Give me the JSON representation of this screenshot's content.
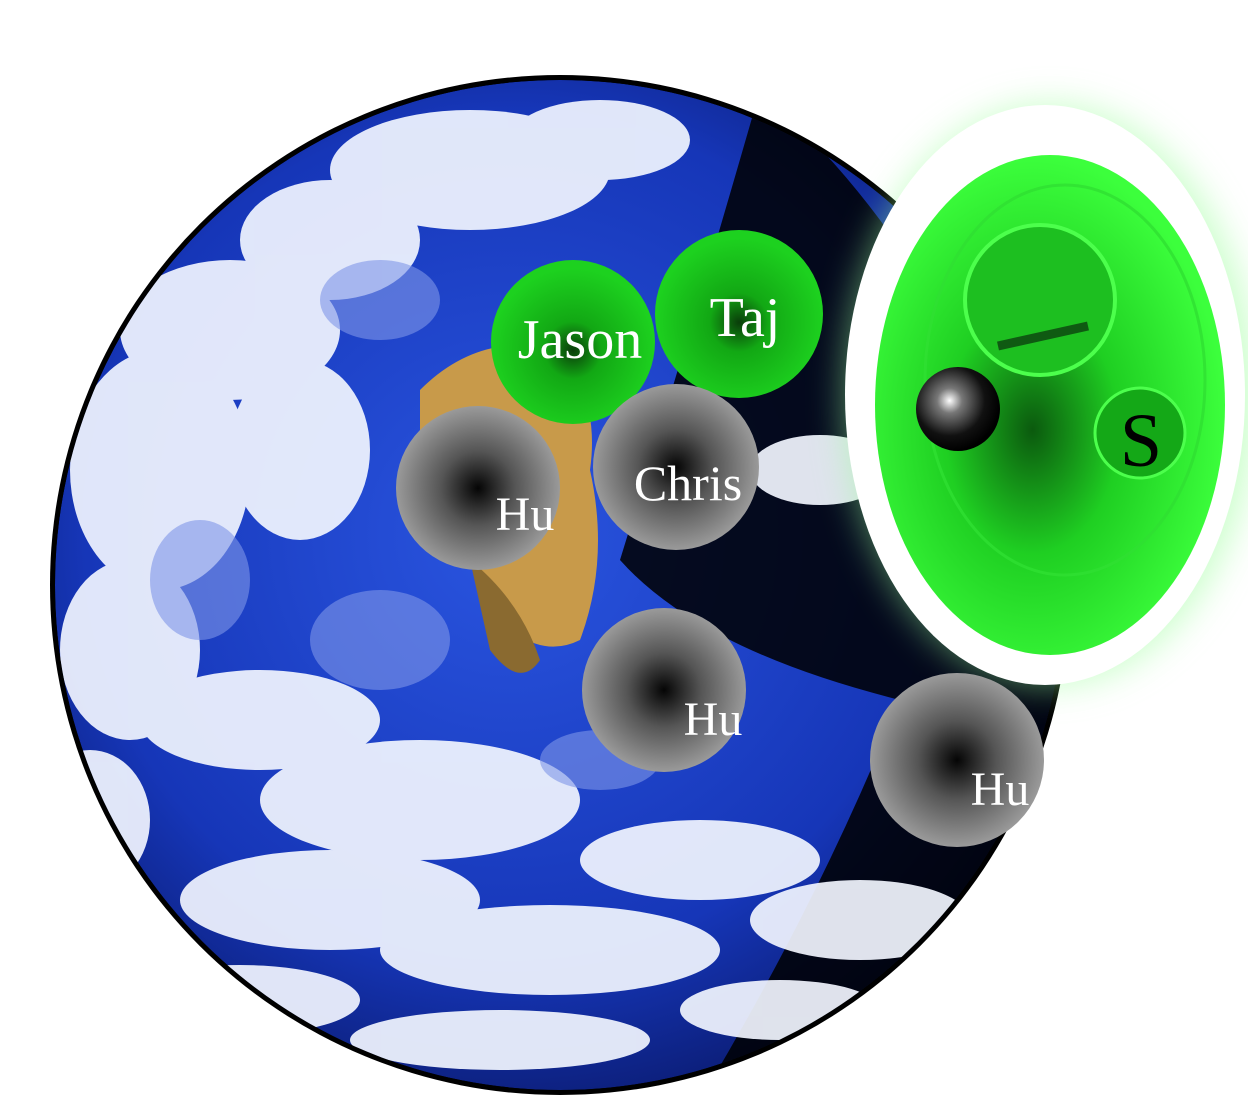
{
  "tokens": {
    "jason": "Jason",
    "taj": "Taj",
    "chris": "Chris",
    "hu_1": "Hu",
    "hu_2": "Hu",
    "hu_3": "Hu",
    "ship_letter": "S"
  },
  "colors": {
    "ocean": "#1636b8",
    "ocean_dark": "#0a1a6e",
    "cloud": "#f2f6ff",
    "land": "#c89a4a",
    "space_black": "#000000",
    "player_green": "#19c21e",
    "ship_green_bright": "#3cff3c",
    "ship_green_dark": "#0d7a10",
    "ship_outline": "#ffffff",
    "glow": "#9bff9b",
    "enemy_gray": "#8a8a8a",
    "enemy_center": "#111111",
    "label_white": "#ffffff",
    "label_black": "#000000"
  },
  "icons": {
    "planet": "earth-globe-icon",
    "ship": "green-pod-ship-icon",
    "orb": "black-sphere-icon"
  }
}
